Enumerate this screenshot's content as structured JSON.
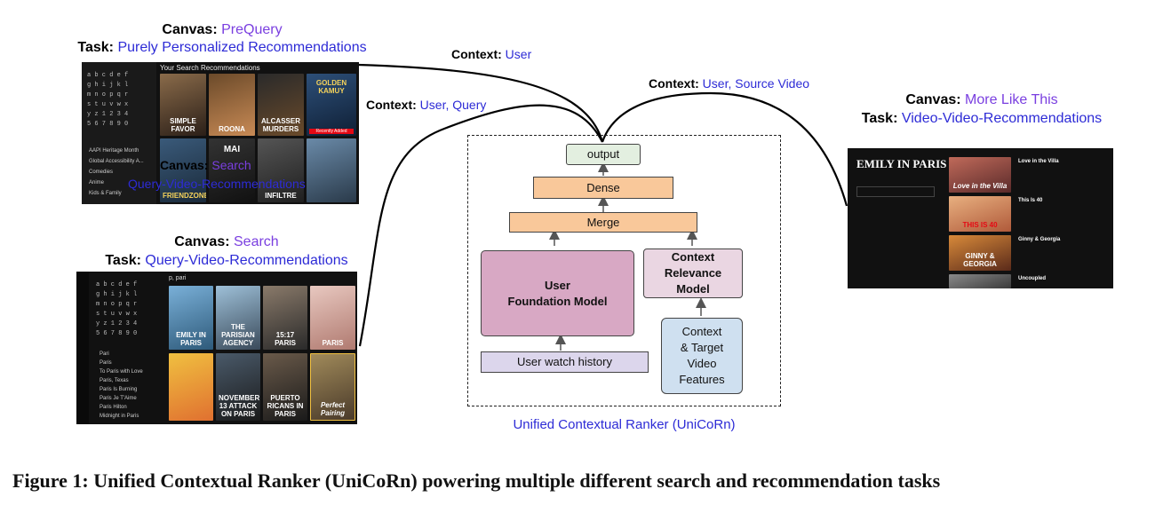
{
  "prequery": {
    "canvas_label": "Canvas:",
    "canvas_value": "PreQuery",
    "task_label": "Task:",
    "task_value": "Purely Personalized Recommendations",
    "screen_header": "Your Search Recommendations",
    "menu": [
      "AAPI Heritage Month",
      "Global Accessibility A...",
      "Comedies",
      "Anime",
      "Kids & Family"
    ],
    "tiles": [
      "SIMPLE FAVOR",
      "ROONA",
      "ALCASSER MURDERS",
      "GOLDEN KAMUY",
      "FRIENDZONE",
      "MAI",
      "INFILTRE",
      ""
    ],
    "badge": "Recently Added",
    "overlay_canvas_label": "Canvas:",
    "overlay_canvas_value": "Search",
    "overlay_task_value": "Query-Video-Recommendations"
  },
  "search": {
    "canvas_label": "Canvas:",
    "canvas_value": "Search",
    "task_label": "Task:",
    "task_value": "Query-Video-Recommendations",
    "query": "p, pari",
    "suggestions": [
      "Pari",
      "Paris",
      "To Paris with Love",
      "Paris, Texas",
      "Paris Is Burning",
      "Paris Je T'Aime",
      "Paris Hilton",
      "Midnight in Paris"
    ],
    "tiles": [
      "EMILY IN PARIS",
      "THE PARISIAN AGENCY",
      "15:17 PARIS",
      "PARIS",
      "",
      "NOVEMBER 13 ATTACK ON PARIS",
      "PUERTO RICANS IN PARIS",
      "Perfect Pairing"
    ]
  },
  "mlt": {
    "canvas_label": "Canvas:",
    "canvas_value": "More Like This",
    "task_label": "Task:",
    "task_value": "Video-Video-Recommendations",
    "title": "EMILY IN PARIS",
    "items": [
      {
        "title": "Love in the Villa",
        "art": "Love in the Villa"
      },
      {
        "title": "This Is 40",
        "art": "THIS IS 40"
      },
      {
        "title": "Ginny & Georgia",
        "art": "GINNY & GEORGIA"
      },
      {
        "title": "Uncoupled",
        "art": ""
      }
    ]
  },
  "contexts": {
    "user_label": "Context:",
    "user_value": "User",
    "user_query_label": "Context:",
    "user_query_value": "User, Query",
    "user_source_label": "Context:",
    "user_source_value": "User, Source Video"
  },
  "model": {
    "output": "output",
    "dense": "Dense",
    "merge": "Merge",
    "user_foundation": "User\nFoundation Model",
    "context_relevance": "Context\nRelevance\nModel",
    "watch_history": "User watch history",
    "context_features": "Context\n& Target\nVideo\nFeatures",
    "title": "Unified Contextual Ranker (UniCoRn)"
  },
  "caption": "Figure 1: Unified Contextual Ranker (UniCoRn) powering multiple different search and recommendation tasks",
  "colors": {
    "label_purple": "#7a3fe0",
    "label_blue": "#2d2bd6",
    "output_fill": "#e3efe0",
    "dense_fill": "#f9c89a",
    "foundation_fill": "#d8a8c4",
    "context_fill": "#ead6e2",
    "history_fill": "#dcd6ec",
    "features_fill": "#cfe0f0"
  }
}
